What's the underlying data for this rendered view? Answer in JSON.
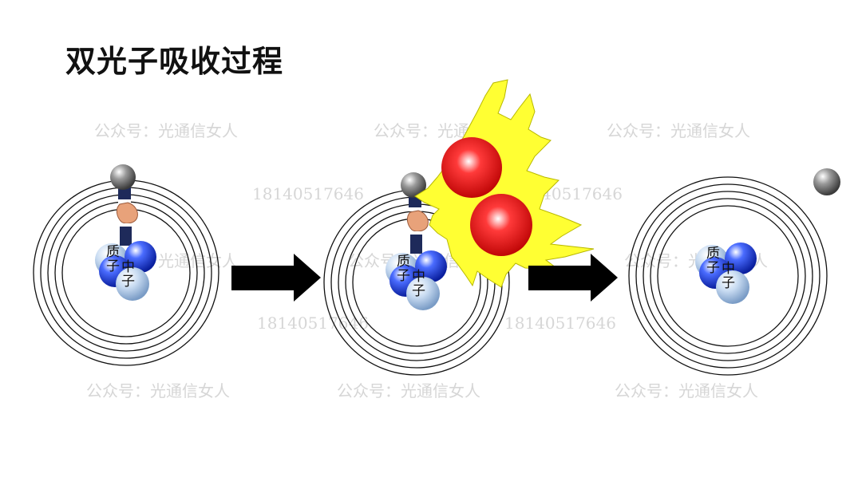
{
  "title": "双光子吸收过程",
  "watermark": {
    "account": "公众号：光通信女人",
    "phone": "18140517646"
  },
  "nucleus": {
    "proton_label": "质子",
    "neutron_label": "中子"
  },
  "colors": {
    "proton": "#1f3fd8",
    "neutron": "#a9c6e8",
    "photon": "#e00000",
    "burst": "#ffff33",
    "electron": "#808080",
    "arrow": "#000000"
  },
  "stages": [
    {
      "name": "before-absorption",
      "electron": "bound",
      "photons": 0
    },
    {
      "name": "two-photon-absorption",
      "electron": "bound",
      "photons": 2
    },
    {
      "name": "after-absorption",
      "electron": "free",
      "photons": 0
    }
  ]
}
